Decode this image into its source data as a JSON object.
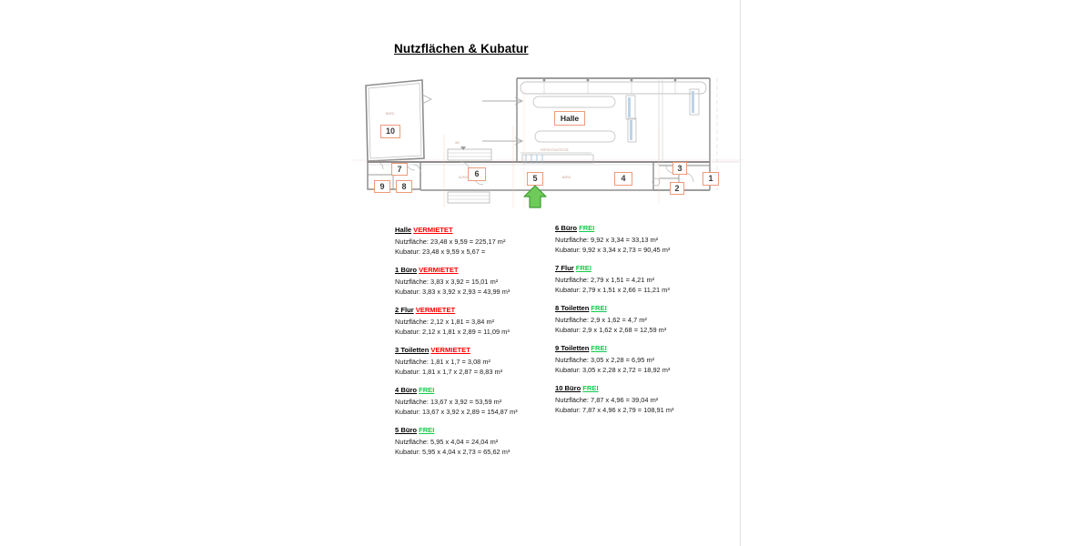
{
  "document": {
    "title": "Nutzflächen & Kubatur"
  },
  "floorplan": {
    "hall_label": "Halle",
    "room_markers": [
      {
        "id": "1",
        "label": "1"
      },
      {
        "id": "2",
        "label": "2"
      },
      {
        "id": "3",
        "label": "3"
      },
      {
        "id": "4",
        "label": "4"
      },
      {
        "id": "5",
        "label": "5"
      },
      {
        "id": "6",
        "label": "6"
      },
      {
        "id": "7",
        "label": "7"
      },
      {
        "id": "8",
        "label": "8"
      },
      {
        "id": "9",
        "label": "9"
      },
      {
        "id": "10",
        "label": "10"
      }
    ],
    "entrance_arrow": "green-up-arrow",
    "colors": {
      "marker_border": "#ed9b7c",
      "arrow_fill": "#6ecb5a",
      "arrow_stroke": "#3f9b34",
      "plan_line": "#9a9a9a"
    }
  },
  "legend": {
    "status_colors": {
      "vermietet": "#ff0000",
      "frei": "#16c94a"
    },
    "left_column": [
      {
        "name": "Halle",
        "status": "VERMIETET",
        "nutzflaeche": "Nutzfläche: 23,48 x 9,59 = 225,17 m²",
        "kubatur": "Kubatur: 23,48 x 9,59 x 5,67 ="
      },
      {
        "name": "1 Büro",
        "status": "VERMIETET",
        "nutzflaeche": "Nutzfläche: 3,83 x 3,92 = 15,01 m²",
        "kubatur": "Kubatur: 3,83 x 3,92 x 2,93 = 43,99 m³"
      },
      {
        "name": "2 Flur",
        "status": "VERMIETET",
        "nutzflaeche": "Nutzfläche: 2,12 x 1,81 = 3,84 m²",
        "kubatur": "Kubatur: 2,12 x 1,81 x 2,89 = 11,09 m³"
      },
      {
        "name": "3 Toiletten",
        "status": "VERMIETET",
        "nutzflaeche": "Nutzfläche: 1,81 x 1,7 = 3,08 m²",
        "kubatur": "Kubatur: 1,81 x 1,7 x 2,87 = 8,83 m³"
      },
      {
        "name": "4 Büro",
        "status": "FREI",
        "nutzflaeche": "Nutzfläche: 13,67 x 3,92 = 53,59 m²",
        "kubatur": "Kubatur: 13,67 x 3,92 x 2,89 = 154,87 m³"
      },
      {
        "name": "5 Büro",
        "status": "FREI",
        "nutzflaeche": "Nutzfläche: 5,95 x 4,04 = 24,04 m²",
        "kubatur": "Kubatur: 5,95 x 4,04 x 2,73 = 65,62 m³"
      }
    ],
    "right_column": [
      {
        "name": "6 Büro",
        "status": "FREI",
        "nutzflaeche": "Nutzfläche: 9,92 x 3,34 = 33,13 m²",
        "kubatur": "Kubatur: 9,92 x 3,34 x 2,73 = 90,45 m³"
      },
      {
        "name": "7 Flur",
        "status": "FREI",
        "nutzflaeche": "Nutzfläche: 2,79 x 1,51 = 4,21 m²",
        "kubatur": "Kubatur: 2,79 x 1,51 x 2,66 = 11,21 m³"
      },
      {
        "name": "8 Toiletten",
        "status": "FREI",
        "nutzflaeche": "Nutzfläche: 2,9 x 1,62 = 4,7 m²",
        "kubatur": "Kubatur: 2,9 x 1,62 x 2,68 = 12,59 m³"
      },
      {
        "name": "9 Toiletten",
        "status": "FREI",
        "nutzflaeche": "Nutzfläche: 3,05 x 2,28 = 6,95 m²",
        "kubatur": "Kubatur: 3,05 x 2,28 x 2,72 = 18,92 m³"
      },
      {
        "name": "10 Büro",
        "status": "FREI",
        "nutzflaeche": "Nutzfläche: 7,87 x 4,96 = 39,04 m²",
        "kubatur": "Kubatur: 7,87 x 4,96 x 2,79 = 108,91 m³"
      }
    ]
  }
}
